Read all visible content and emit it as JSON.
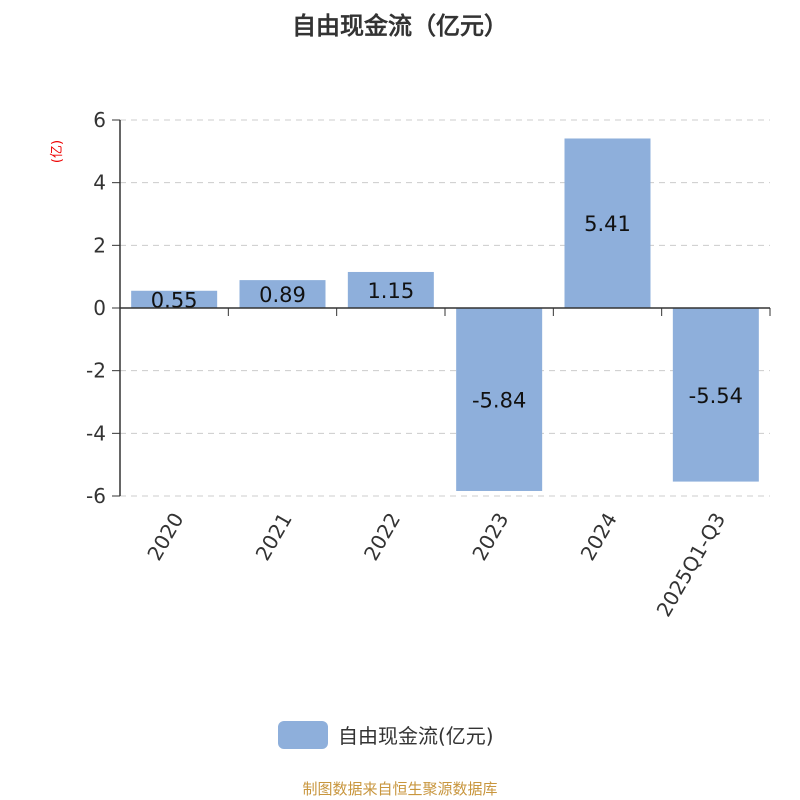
{
  "chart_data": {
    "type": "bar",
    "title": "自由现金流（亿元）",
    "ylabel": "(亿)",
    "xlabel": "",
    "categories": [
      "2020",
      "2021",
      "2022",
      "2023",
      "2024",
      "2025Q1-Q3"
    ],
    "values": [
      0.55,
      0.89,
      1.15,
      -5.84,
      5.41,
      -5.54
    ],
    "data_labels": [
      "0.55",
      "0.89",
      "1.15",
      "-5.84",
      "5.41",
      "-5.54"
    ],
    "ylim": [
      -6,
      6
    ],
    "yticks": [
      "6",
      "4",
      "2",
      "0",
      "-2",
      "-4",
      "-6"
    ],
    "ytick_values": [
      6,
      4,
      2,
      0,
      -2,
      -4,
      -6
    ],
    "grid": true,
    "legend": {
      "label": "自由现金流(亿元)",
      "placement": "bottom"
    },
    "bar_color": "#8eafdb"
  },
  "source": "制图数据来自恒生聚源数据库"
}
